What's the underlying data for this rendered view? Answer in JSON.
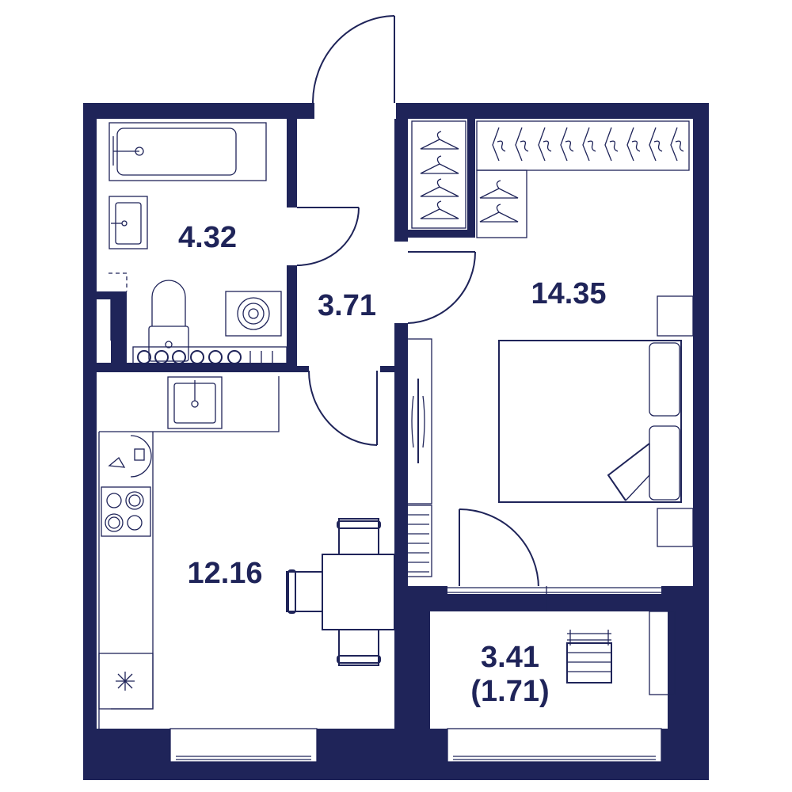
{
  "colors": {
    "wall": "#1f2459",
    "floor": "#ffffff"
  },
  "rooms": {
    "bathroom": {
      "area": "4.32"
    },
    "hall": {
      "area": "3.71"
    },
    "bedroom": {
      "area": "14.35"
    },
    "kitchen": {
      "area": "12.16"
    },
    "balcony": {
      "area": "3.41",
      "reduced_area": "(1.71)"
    }
  },
  "icons": [
    "bathtub-icon",
    "sink-icon",
    "toilet-icon",
    "washing-machine-icon",
    "hanger-icon",
    "bed-icon",
    "stove-icon",
    "dining-table-icon",
    "chair-icon",
    "radiator-icon",
    "drying-rack-icon",
    "fridge-icon",
    "door-icon",
    "window-icon"
  ]
}
